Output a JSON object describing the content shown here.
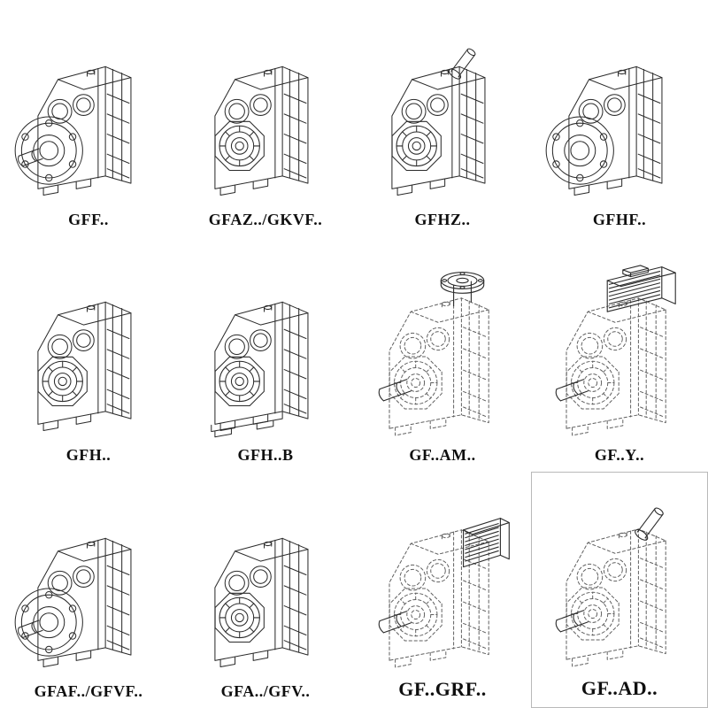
{
  "page": {
    "background": "#ffffff",
    "ink_color": "#2b2b2b",
    "ghost_color": "#5f5f5f",
    "label_color": "#0f0f0f"
  },
  "grid": {
    "columns": 4,
    "rows": 3,
    "cells": [
      {
        "label": "GFF..",
        "variant": "flange-with-solid-output-shaft"
      },
      {
        "label": "GFAZ../GKVF..",
        "variant": "hollow-shaft-face"
      },
      {
        "label": "GFHZ..",
        "variant": "hollow-shaft-face-with-input-shaft"
      },
      {
        "label": "GFHF..",
        "variant": "flange-mounted-hollow-shaft"
      },
      {
        "label": "GFH..",
        "variant": "hollow-shaft-face"
      },
      {
        "label": "GFH..B",
        "variant": "hollow-shaft-with-base"
      },
      {
        "label": "GF..AM..",
        "variant": "ghost-unit-with-motor-adapter-flange"
      },
      {
        "label": "GF..Y..",
        "variant": "ghost-unit-with-mounted-motor"
      },
      {
        "label": "GFAF../GFVF..",
        "variant": "flange-with-solid-output-shaft"
      },
      {
        "label": "GFA../GFV..",
        "variant": "hollow-shaft-face"
      },
      {
        "label": "GF..GRF..",
        "variant": "ghost-unit-with-finned-adapter"
      },
      {
        "label": "GF..AD..",
        "variant": "ghost-unit-with-input-shaft-adapter"
      }
    ]
  }
}
